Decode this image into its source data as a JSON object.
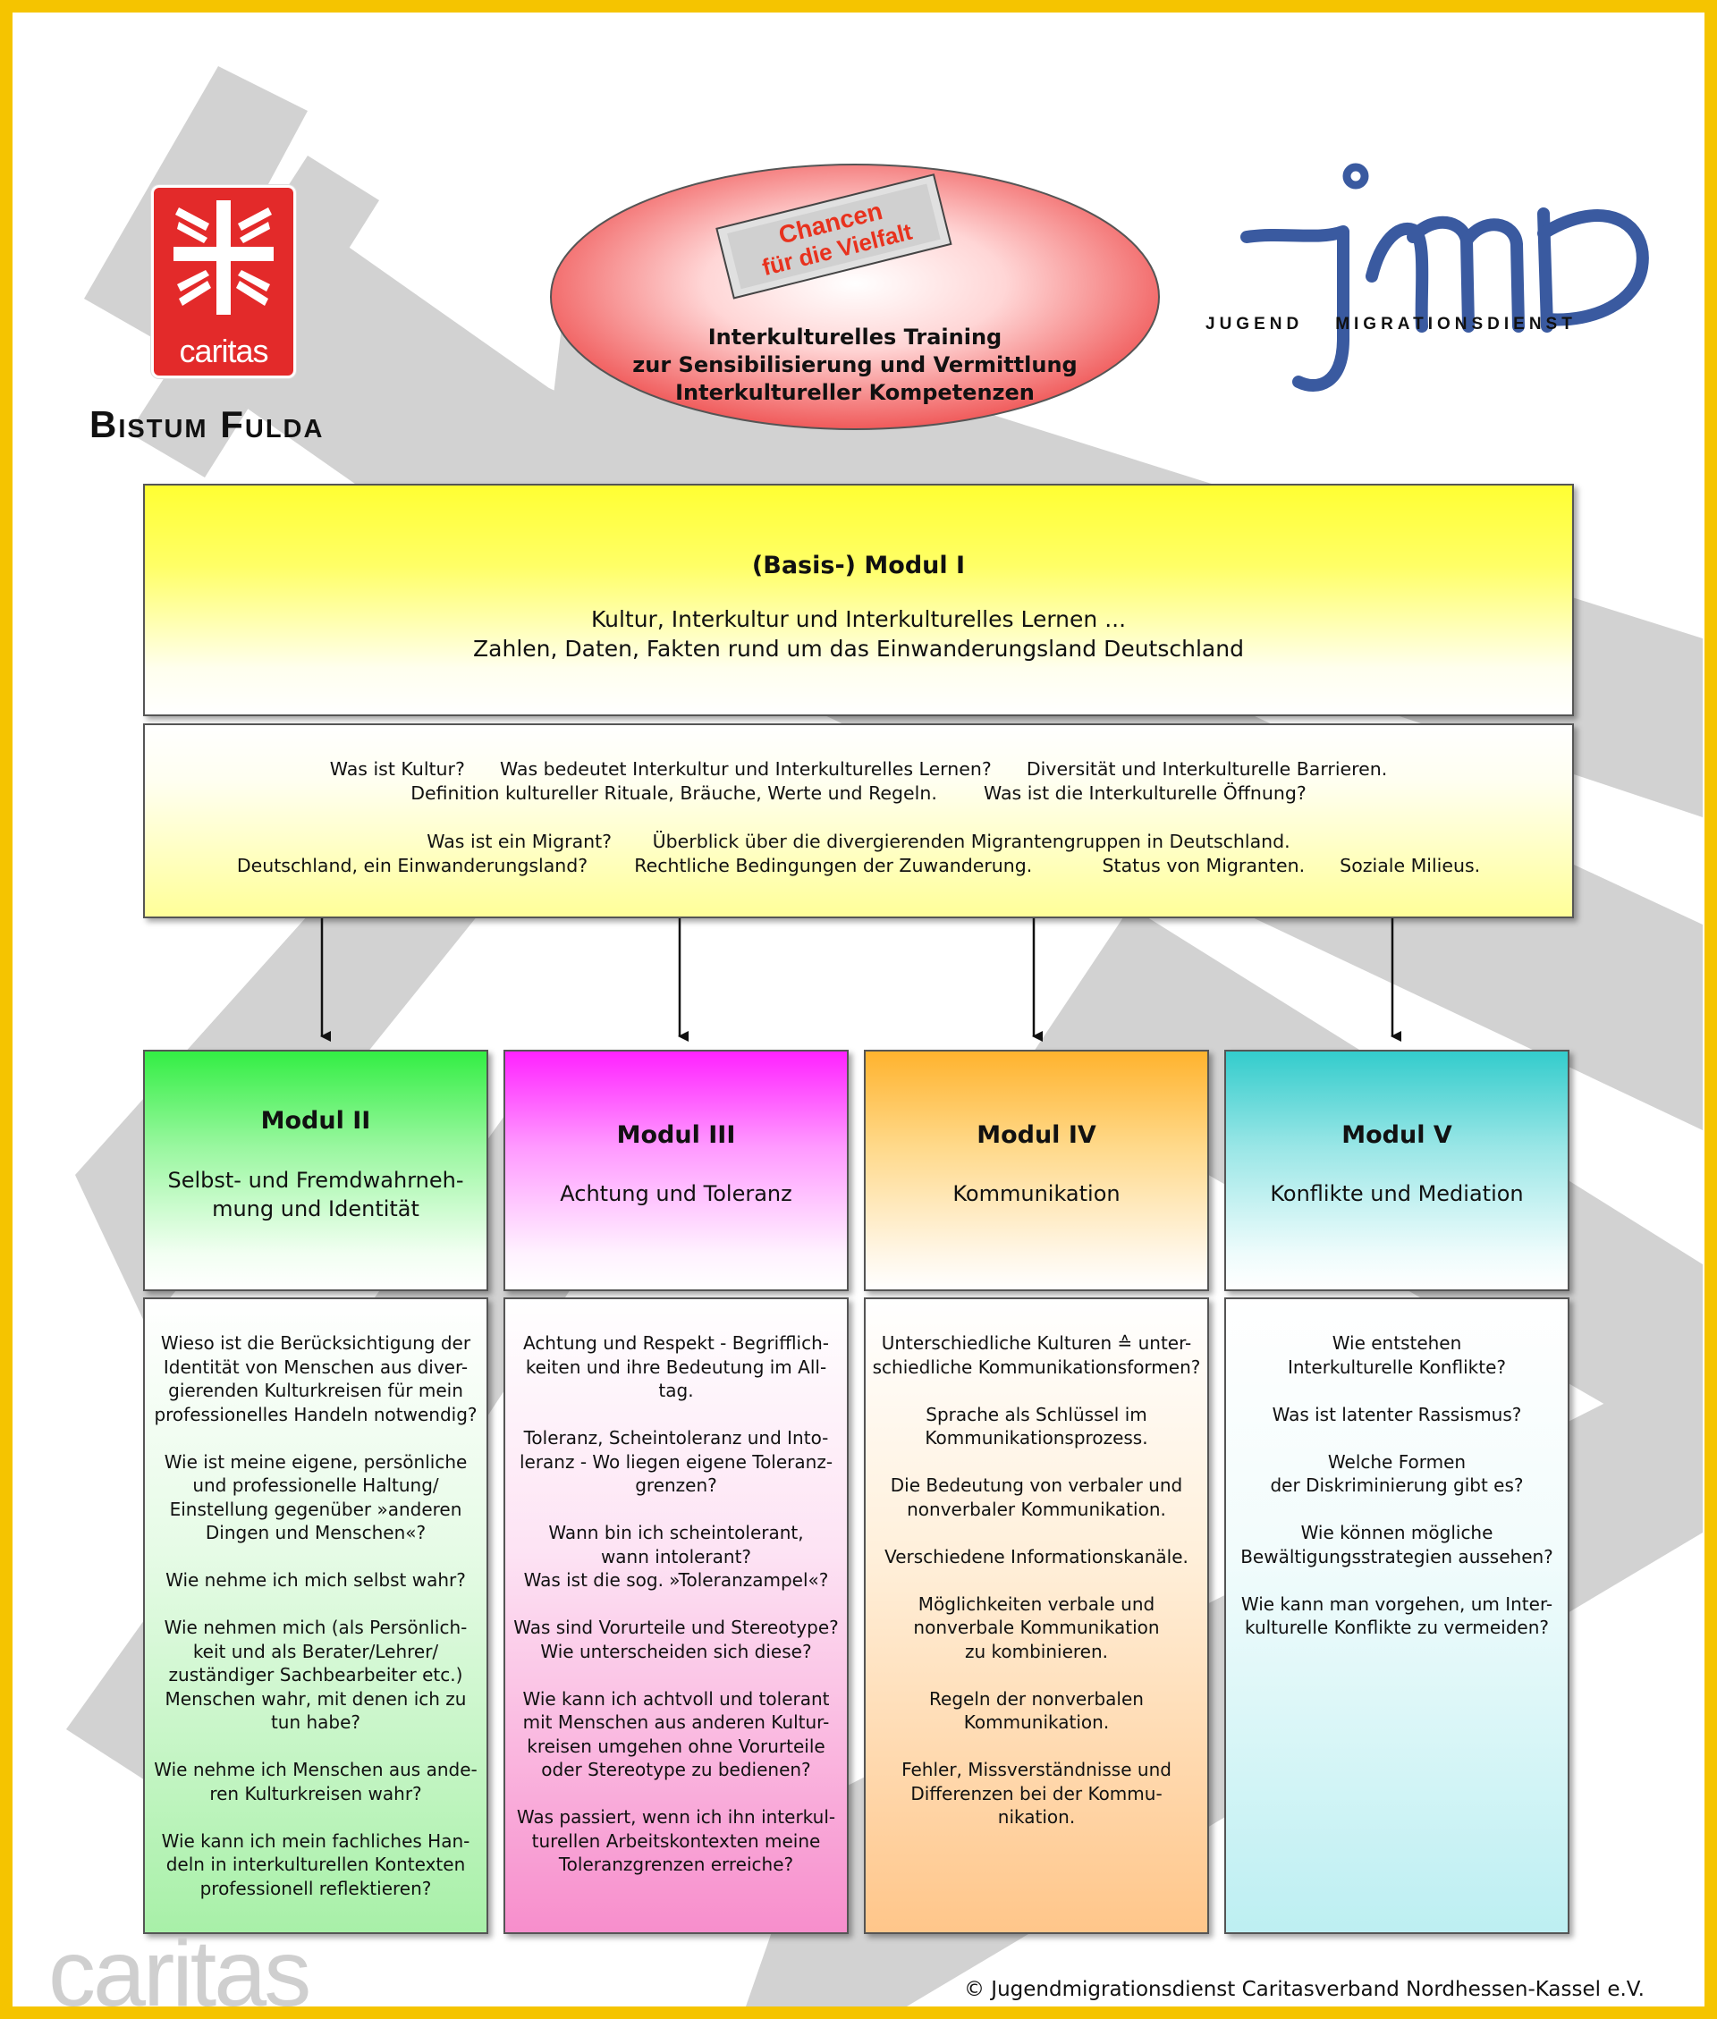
{
  "logos": {
    "caritas_word": "caritas",
    "bistum": "Bistum Fulda",
    "banner_line1": "Chancen",
    "banner_line2": "für die Vielfalt",
    "jmd_word": "jmd",
    "jmd_sub_left": "JUGEND",
    "jmd_sub_right": "MIGRATIONSDIENST",
    "watermark": "caritas"
  },
  "oval_text": [
    "Interkulturelles Training",
    "zur Sensibilisierung und Vermittlung",
    "Interkultureller Kompetenzen"
  ],
  "module1": {
    "title": "(Basis-) Modul I",
    "subtitle_lines": [
      "Kultur, Interkultur und Interkulturelles Lernen ...",
      "Zahlen, Daten, Fakten rund um das Einwanderungsland Deutschland"
    ],
    "topics_block": "Was ist Kultur?      Was bedeutet Interkultur und Interkulturelles Lernen?      Diversität und Interkulturelle Barrieren.\nDefinition kultureller Rituale, Bräuche, Werte und Regeln.        Was ist die Interkulturelle Öffnung?\n\nWas ist ein Migrant?       Überblick über die divergierenden Migrantengruppen in Deutschland.\nDeutschland, ein Einwanderungsland?        Rechtliche Bedingungen der Zuwanderung.            Status von Migranten.      Soziale Milieus."
  },
  "modules": [
    {
      "title": "Modul II",
      "subtitle": "Selbst- und Fremdwahrneh-\nmung und Identität",
      "content": "Wieso ist die Berücksichtigung der\nIdentität von Menschen aus diver-\ngierenden Kulturkreisen für mein\nprofessionelles Handeln notwendig?\n\nWie ist meine eigene, persönliche\nund professionelle Haltung/\nEinstellung gegenüber »anderen\nDingen und Menschen«?\n\nWie nehme ich mich selbst wahr?\n\nWie nehmen mich (als Persönlich-\nkeit und als Berater/Lehrer/\nzuständiger Sachbearbeiter etc.)\nMenschen wahr, mit denen ich zu\ntun habe?\n\nWie nehme ich Menschen aus ande-\nren Kulturkreisen wahr?\n\nWie kann ich mein fachliches Han-\ndeln in interkulturellen Kontexten\nprofessionell reflektieren?"
    },
    {
      "title": "Modul III",
      "subtitle": "Achtung und Toleranz",
      "content": "Achtung und Respekt - Begrifflich-\nkeiten und ihre Bedeutung im All-\ntag.\n\nToleranz, Scheintoleranz und Into-\nleranz - Wo liegen eigene Toleranz-\ngrenzen?\n\nWann bin ich scheintolerant,\nwann intolerant?\nWas ist die sog. »Toleranzampel«?\n\nWas sind Vorurteile und Stereotype?\nWie unterscheiden sich diese?\n\nWie kann ich achtvoll und tolerant\nmit Menschen aus anderen Kultur-\nkreisen umgehen ohne Vorurteile\noder Stereotype zu bedienen?\n\nWas passiert, wenn ich ihn interkul-\nturellen Arbeitskontexten meine\nToleranzgrenzen erreiche?"
    },
    {
      "title": "Modul IV",
      "subtitle": "Kommunikation",
      "content": "Unterschiedliche Kulturen ≙ unter-\nschiedliche Kommunikationsformen?\n\nSprache als Schlüssel im\nKommunikationsprozess.\n\nDie Bedeutung von verbaler und\nnonverbaler Kommunikation.\n\nVerschiedene Informationskanäle.\n\nMöglichkeiten verbale und\nnonverbale Kommunikation\nzu kombinieren.\n\nRegeln der nonverbalen\nKommunikation.\n\nFehler, Missverständnisse und\nDifferenzen bei der Kommu-\nnikation."
    },
    {
      "title": "Modul V",
      "subtitle": "Konflikte und Mediation",
      "content": "Wie entstehen\nInterkulturelle Konflikte?\n\nWas ist latenter Rassismus?\n\nWelche Formen\nder Diskriminierung gibt es?\n\nWie können mögliche\nBewältigungsstrategien aussehen?\n\nWie kann man vorgehen, um Inter-\nkulturelle Konflikte zu vermeiden?"
    }
  ],
  "footer": "© Jugendmigrationsdienst Caritasverband Nordhessen-Kassel e.V.",
  "colors": {
    "frame": "#f5c400",
    "caritas_red": "#e32a2a",
    "jmd_blue": "#3a5aa0",
    "module1": "#ffff33",
    "module2": "#33ee44",
    "module3": "#ff22ff",
    "module4": "#ffb32e",
    "module5": "#33cccc"
  }
}
